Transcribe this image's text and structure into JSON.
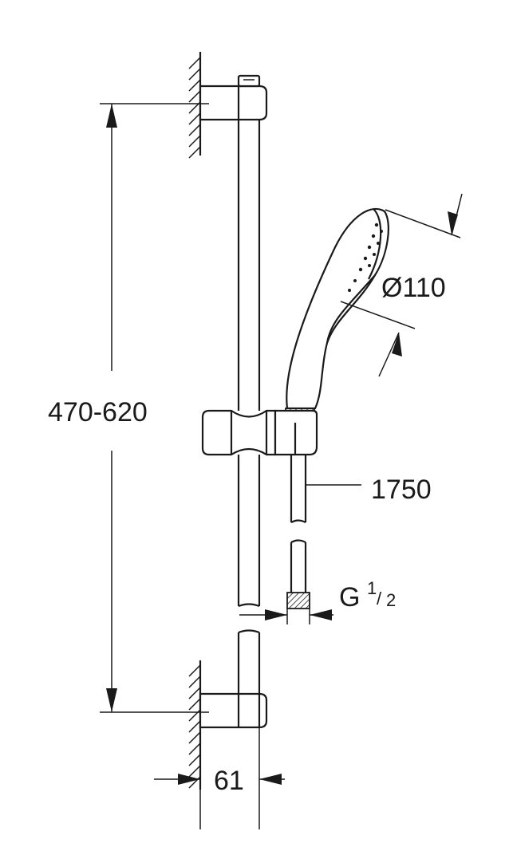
{
  "dimensions": {
    "bar_height": "470-620",
    "head_diameter": "Ø110",
    "hose_length": "1750",
    "connection_thread": "G",
    "connection_fraction_num": "1",
    "connection_fraction_slash": "/",
    "connection_fraction_den": "2",
    "wall_offset": "61"
  }
}
